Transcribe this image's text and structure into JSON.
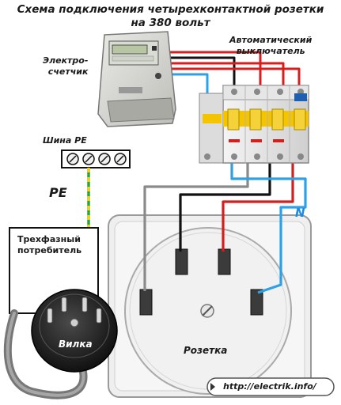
{
  "diagram": {
    "title_line1": "Схема подключения четырехконтактной розетки",
    "title_line2": "на 380 вольт",
    "labels": {
      "meter_line1": "Электро-",
      "meter_line2": "счетчик",
      "breaker_line1": "Автоматический",
      "breaker_line2": "выключатель",
      "pe_bus": "Шина PE",
      "pe_wire": "PE",
      "neutral": "N",
      "consumer_line1": "Трехфазный",
      "consumer_line2": "потребитель",
      "plug": "Вилка",
      "socket": "Розетка",
      "url": "http://electrik.info/"
    },
    "colors": {
      "phase_a": "#d41f1f",
      "phase_b": "#111111",
      "phase_c": "#8a8a8a",
      "neutral": "#2ea0e6",
      "pe_green": "#27a83a",
      "pe_yellow": "#f2d21b",
      "breaker_yellow": "#f5c400",
      "brand_blue": "#1f5fb0"
    },
    "icons": [
      "electric-meter-icon",
      "circuit-breaker-icon",
      "pe-busbar-icon",
      "socket-icon",
      "plug-icon"
    ]
  }
}
